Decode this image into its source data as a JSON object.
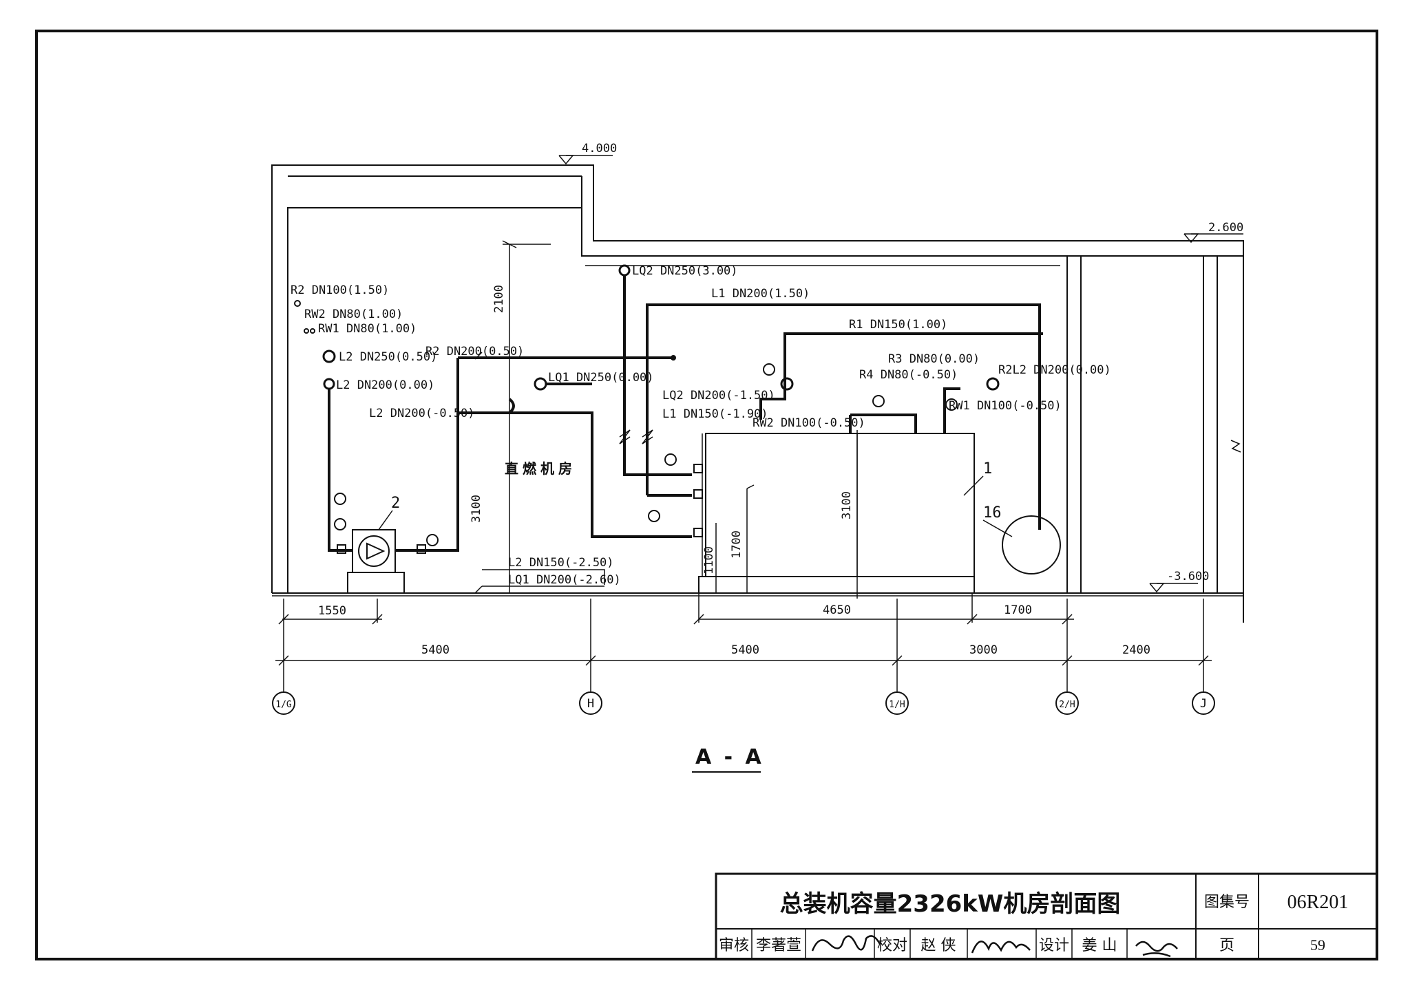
{
  "drawing": {
    "section_title": "A - A",
    "room_label": "直燃机房",
    "equipment_tags": [
      "1",
      "2",
      "16"
    ],
    "elevations": [
      "4.000",
      "2.600",
      "-3.600"
    ],
    "pipe_labels": {
      "r2_dn100": "R2 DN100(1.50)",
      "rw2_dn80": "RW2 DN80(1.00)",
      "rw1_dn80": "RW1 DN80(1.00)",
      "l2_dn250": "L2 DN250(0.50)",
      "l2_dn200_000": "L2 DN200(0.00)",
      "l2_dn200_neg050": "L2 DN200(-0.50)",
      "r2_dn200": "R2 DN200(0.50)",
      "lq2_dn250": "LQ2 DN250(3.00)",
      "l1_dn200": "L1 DN200(1.50)",
      "r1_dn150": "R1 DN150(1.00)",
      "lq1_dn250": "LQ1 DN250(0.00)",
      "lq2_dn200": "LQ2 DN200(-1.50)",
      "l1_dn150": "L1 DN150(-1.90)",
      "rw2_dn100": "RW2 DN100(-0.50)",
      "r3_dn80": "R3 DN80(0.00)",
      "r4_dn80": "R4 DN80(-0.50)",
      "r2l2_dn200": "R2L2 DN200(0.00)",
      "rw1_dn100": "RW1 DN100(-0.50)",
      "l2_dn150": "L2 DN150(-2.50)",
      "lq1_dn200": "LQ1 DN200(-2.60)"
    },
    "dimensions": {
      "d2100": "2100",
      "d3100_left": "3100",
      "d3100_unit": "3100",
      "d1700_v": "1700",
      "d1100": "1100",
      "d1550": "1550",
      "d4650": "4650",
      "d1700_h": "1700",
      "d5400_a": "5400",
      "d5400_b": "5400",
      "d3000": "3000",
      "d2400": "2400"
    },
    "grid_axes": [
      "1/G",
      "H",
      "1/H",
      "2/H",
      "J"
    ]
  },
  "title_block": {
    "title": "总装机容量2326kW机房剖面图",
    "atlas_label": "图集号",
    "atlas_number": "06R201",
    "reviewer_label": "审核",
    "reviewer_name": "李著萱",
    "checker_label": "校对",
    "checker_name": "赵 侠",
    "designer_label": "设计",
    "designer_name": "姜 山",
    "page_label": "页",
    "page_number": "59"
  }
}
